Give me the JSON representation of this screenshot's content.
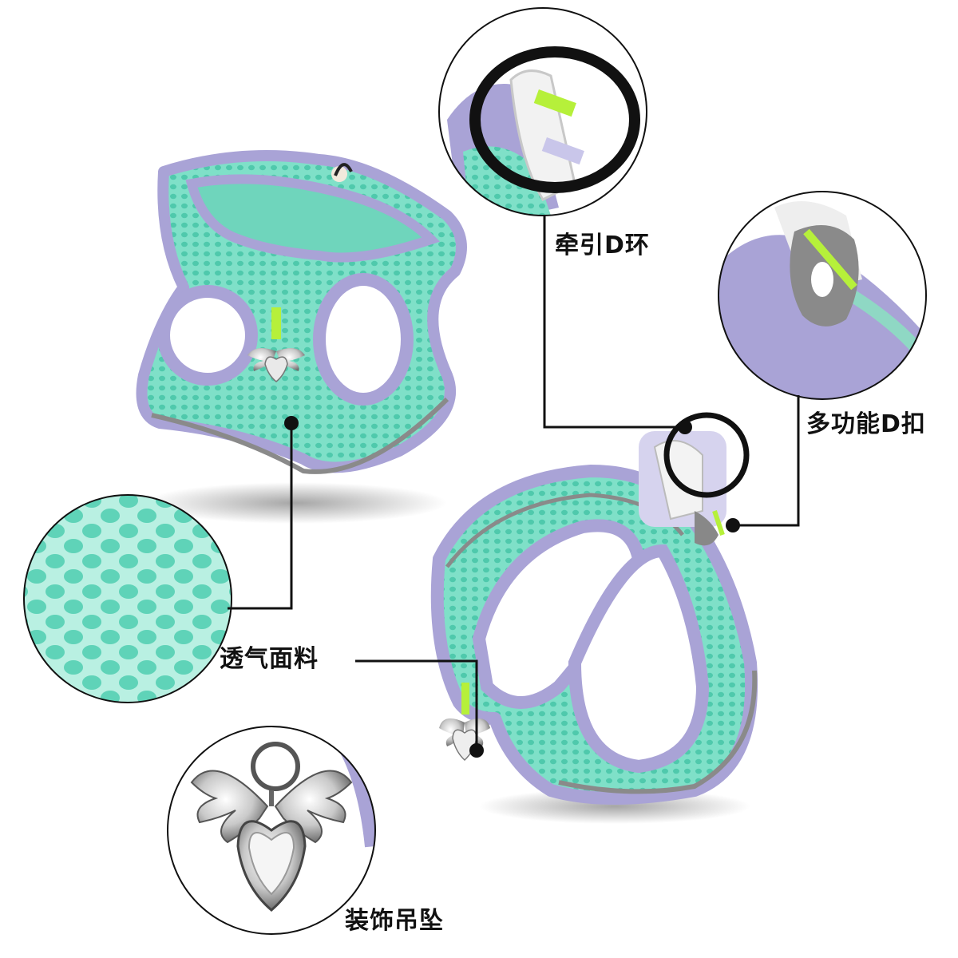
{
  "labels": {
    "breathable_fabric": "透气面料",
    "leash_d_ring": "牵引D环",
    "multifunction_d_buckle": "多功能D扣",
    "decorative_pendant": "装饰吊坠"
  },
  "colors": {
    "mesh_mint": "#7fe0c8",
    "trim_lavender": "#a9a3d6",
    "reflective_grey": "#8a8a8a",
    "accent_lime": "#b6f03a",
    "line_black": "#111111"
  }
}
